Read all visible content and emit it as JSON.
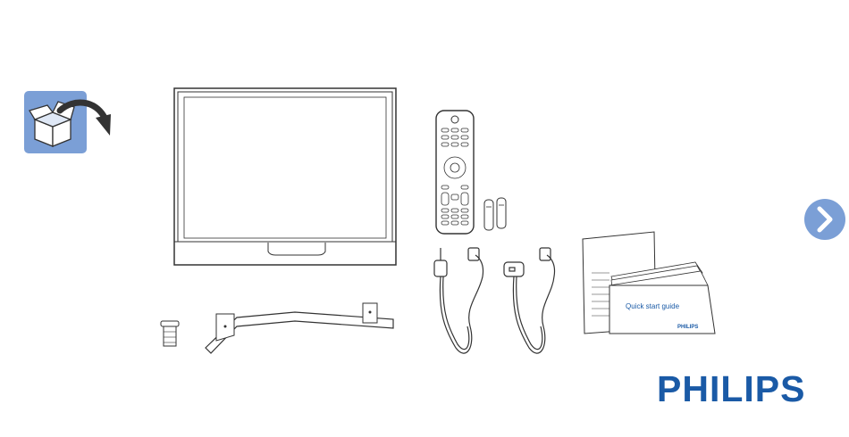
{
  "brand": {
    "logo_text": "PHILIPS",
    "color": "#1a5aa6"
  },
  "quick_start_guide": {
    "title": "Quick start guide",
    "brand": "PHILIPS"
  },
  "icons": {
    "unbox": "unbox-icon",
    "next": "chevron-right-icon"
  },
  "colors": {
    "accent_box": "#7b9fd6",
    "next_button": "#7b9fd6",
    "line_art": "#333333"
  }
}
